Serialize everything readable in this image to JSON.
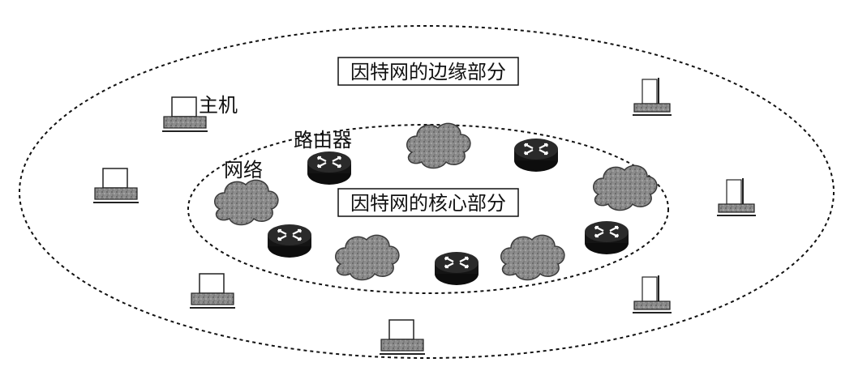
{
  "diagram": {
    "edge_title": "因特网的边缘部分",
    "core_title": "因特网的核心部分",
    "host_label": "主机",
    "router_label": "路由器",
    "network_label": "网络"
  },
  "legend": {
    "cloud_fill": "#8a8a8a",
    "router_fill": "#1a1a1a",
    "host_fill": "#9a9a9a",
    "line_color": "#111111"
  }
}
